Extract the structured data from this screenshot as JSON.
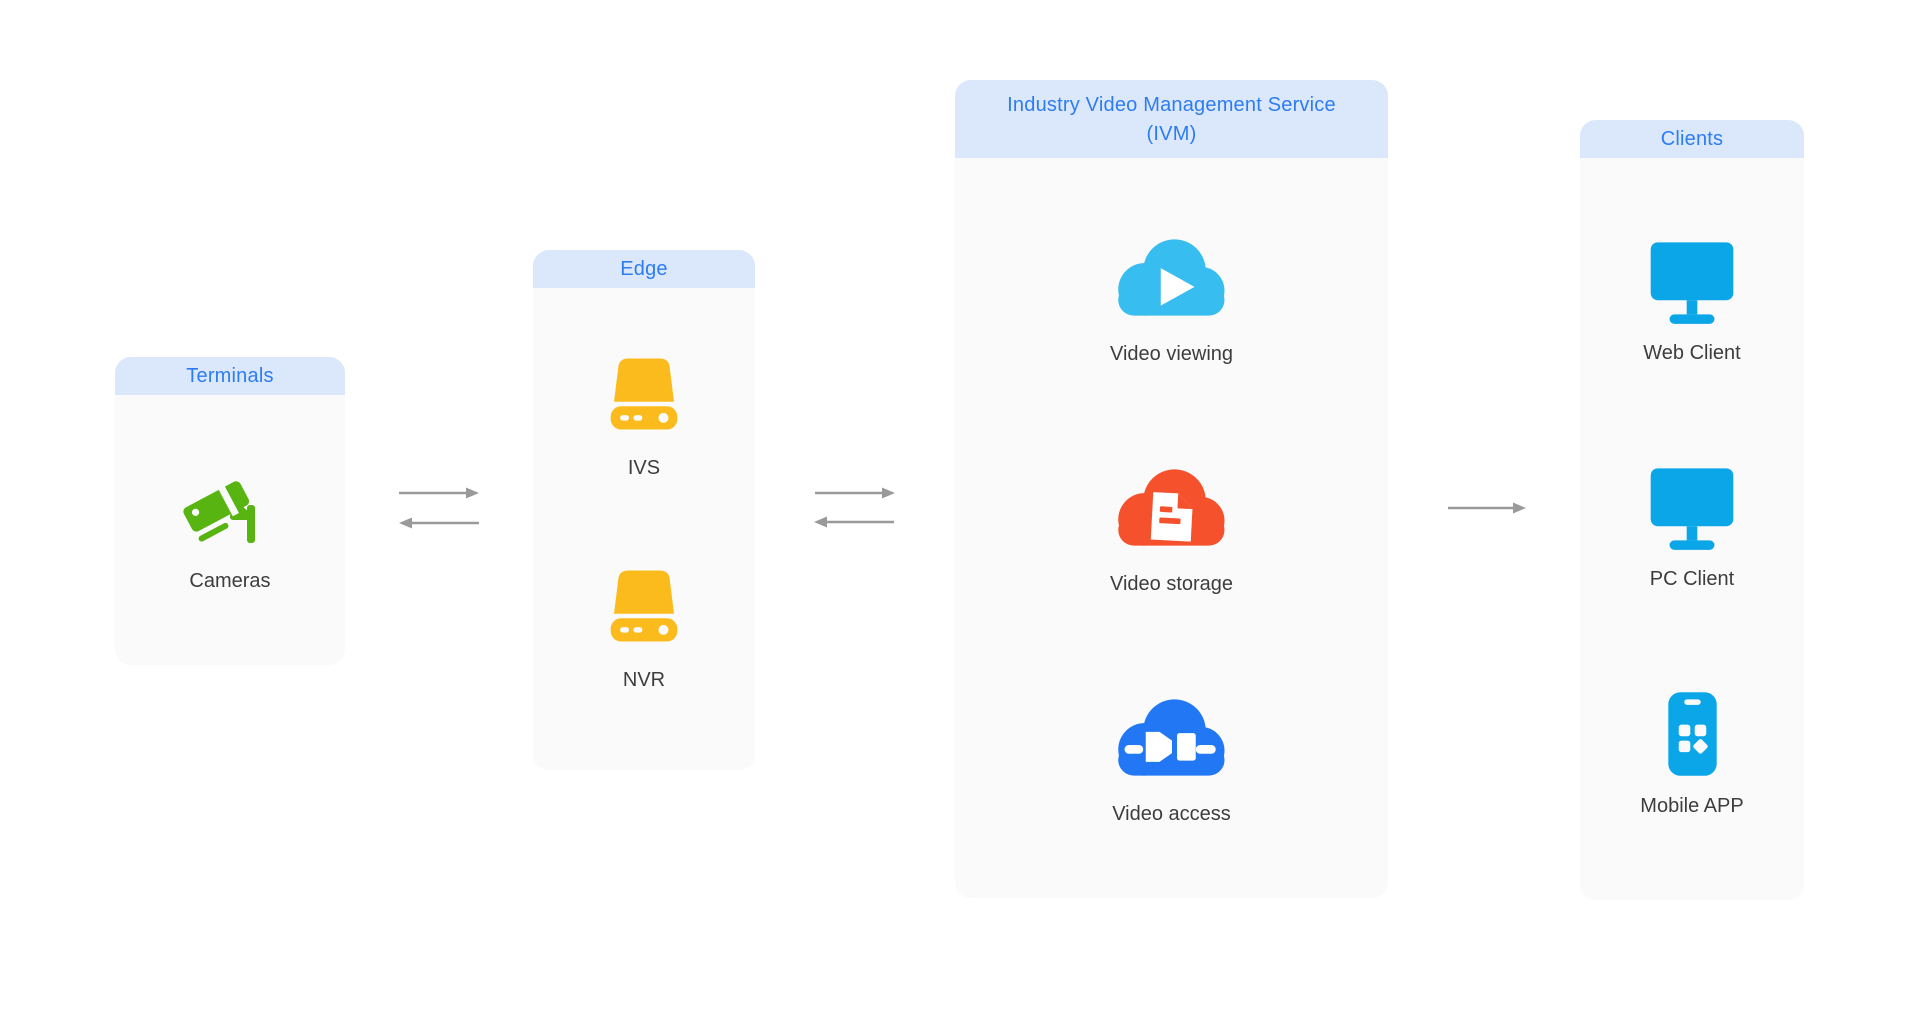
{
  "colors": {
    "header_bg": "#dbe8fc",
    "header_text": "#2d7cf2",
    "panel_bg": "#fafafa",
    "label_text": "#3d3d3d",
    "arrow_gray": "#9a9a9a",
    "camera_green": "#58b411",
    "storage_yellow": "#fbbb1c",
    "cloud_cyan": "#38bdf0",
    "cloud_red": "#f4512c",
    "cloud_blue": "#2277f4",
    "device_azure": "#0ba6e8"
  },
  "panels": {
    "terminals": {
      "title": "Terminals",
      "nodes": [
        {
          "icon": "camera-icon",
          "label": "Cameras"
        }
      ]
    },
    "edge": {
      "title": "Edge",
      "nodes": [
        {
          "icon": "storage-icon",
          "label": "IVS"
        },
        {
          "icon": "storage-icon",
          "label": "NVR"
        }
      ]
    },
    "ivm": {
      "title_line1": "Industry Video Management Service",
      "title_line2": "(IVM)",
      "nodes": [
        {
          "icon": "cloud-play-icon",
          "label": "Video viewing"
        },
        {
          "icon": "cloud-document-icon",
          "label": "Video storage"
        },
        {
          "icon": "cloud-plug-icon",
          "label": "Video access"
        }
      ]
    },
    "clients": {
      "title": "Clients",
      "nodes": [
        {
          "icon": "monitor-icon",
          "label": "Web Client"
        },
        {
          "icon": "monitor-icon",
          "label": "PC Client"
        },
        {
          "icon": "mobile-app-icon",
          "label": "Mobile APP"
        }
      ]
    }
  },
  "connections": [
    {
      "from": "Terminals",
      "to": "Edge",
      "direction": "bidirectional"
    },
    {
      "from": "Edge",
      "to": "IVM",
      "direction": "bidirectional"
    },
    {
      "from": "IVM",
      "to": "Clients",
      "direction": "right"
    }
  ]
}
